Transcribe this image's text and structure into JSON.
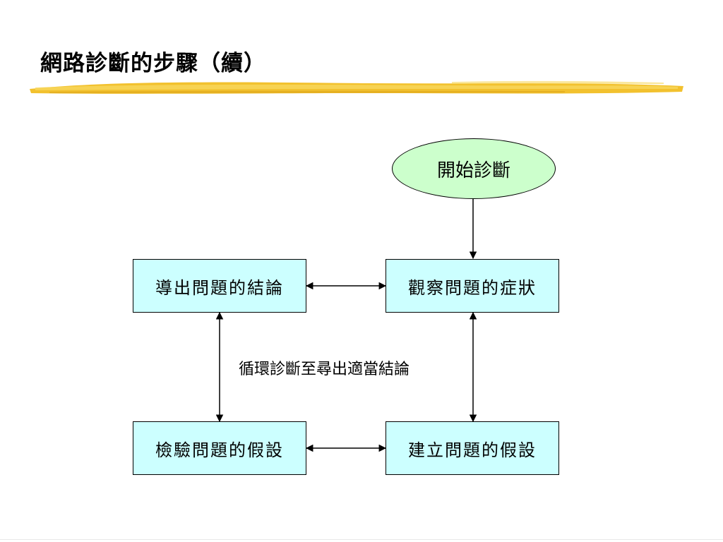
{
  "slide": {
    "title": "網路診斷的步驟（續）",
    "accent_color": "#f2c12e"
  },
  "diagram": {
    "start_node": {
      "label": "開始診斷",
      "fill": "#ccffcc"
    },
    "nodes": {
      "observe": {
        "label": "觀察問題的症狀",
        "fill": "#ccffff"
      },
      "conclude": {
        "label": "導出問題的結論",
        "fill": "#ccffff"
      },
      "test": {
        "label": "檢驗問題的假設",
        "fill": "#ccffff"
      },
      "build": {
        "label": "建立問題的假設",
        "fill": "#ccffff"
      }
    },
    "loop_label": "循環診斷至尋出適當結論",
    "edges": [
      {
        "from": "開始診斷",
        "to": "觀察問題的症狀",
        "direction": "forward"
      },
      {
        "from": "觀察問題的症狀",
        "to": "導出問題的結論",
        "direction": "both"
      },
      {
        "from": "導出問題的結論",
        "to": "檢驗問題的假設",
        "direction": "both"
      },
      {
        "from": "檢驗問題的假設",
        "to": "建立問題的假設",
        "direction": "both"
      },
      {
        "from": "建立問題的假設",
        "to": "觀察問題的症狀",
        "direction": "both"
      }
    ]
  }
}
